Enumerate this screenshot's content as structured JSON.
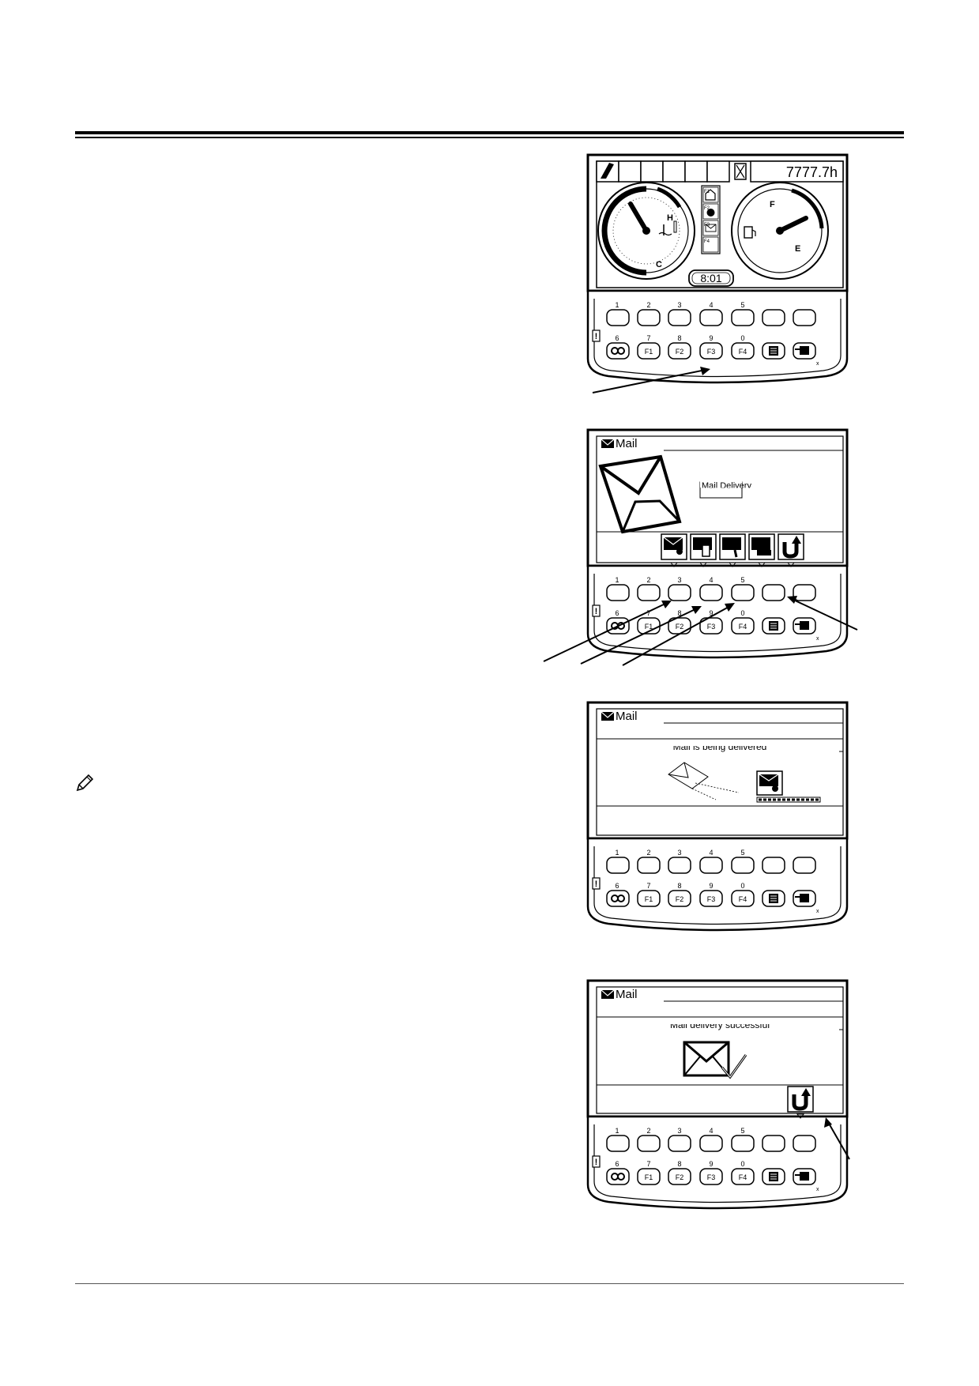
{
  "keypad": {
    "top_numbers": [
      "1",
      "2",
      "3",
      "4",
      "5"
    ],
    "bottom_numbers": [
      "6",
      "7",
      "8",
      "9",
      "0"
    ],
    "fkeys": [
      "F1",
      "F2",
      "F3",
      "F4"
    ]
  },
  "screen1": {
    "hour_meter": "7777.7h",
    "clock": "8:01",
    "temp_high": "H",
    "temp_cold": "C",
    "fuel_full": "F",
    "fuel_empty": "E",
    "side_labels": [
      "F1",
      "F2",
      "F3",
      "F4"
    ]
  },
  "screen2": {
    "title": "Mail",
    "box_text": "Mail Delivery"
  },
  "screen3": {
    "title": "Mail",
    "status": "Mail is being delivered"
  },
  "screen4": {
    "title": "Mail",
    "status": "Mail delivery successful"
  }
}
